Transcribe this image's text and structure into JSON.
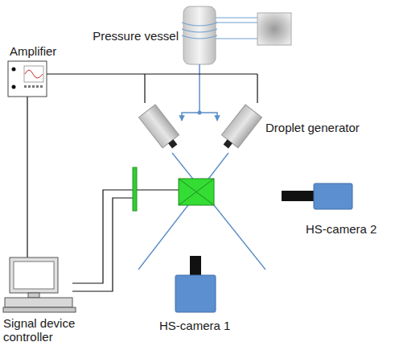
{
  "diagram": {
    "labels": [
      "Pressure vessel",
      "Amplifier",
      "Droplet generator",
      "HS-camera 2",
      "Signal device controller",
      "HS-camera 1"
    ]
  }
}
